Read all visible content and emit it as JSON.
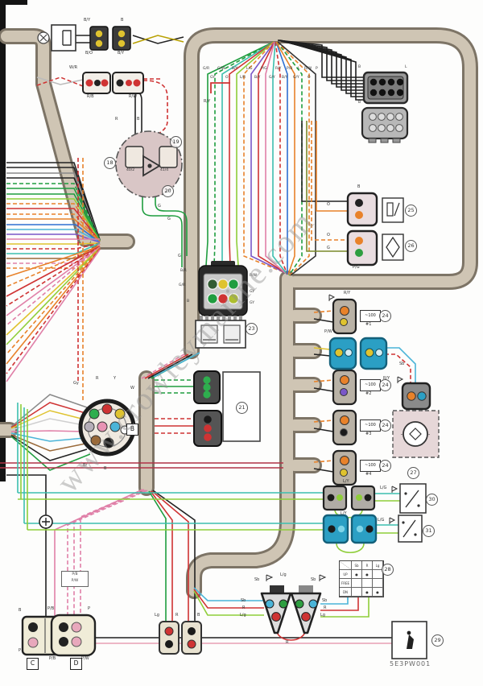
{
  "meta": {
    "part_number": "5E3PW001",
    "watermark": "www.crowleymarine.com"
  },
  "callouts": {
    "gauge_left": "18",
    "gauge_top": "19",
    "gauge_bottom": "20",
    "junction_box": "21",
    "fuse_block": "23",
    "ignition_coil": "24",
    "regulator": "25",
    "sensor": "26",
    "starter": "27",
    "trim_table": "28",
    "trim_unit": "29",
    "switch_a": "30",
    "switch_b": "31"
  },
  "components": {
    "coil_resistor": "~100",
    "coil_ids": [
      "#1",
      "#2",
      "#3",
      "#4"
    ],
    "gauge_slots": [
      "40/2",
      "41/4"
    ],
    "connector_b": "B",
    "connector_c": "C",
    "connector_d": "D",
    "d_box_lines": [
      "P/B",
      "P/W"
    ]
  },
  "sixpin": {
    "left": [
      "B/R",
      "G/R",
      "B"
    ],
    "right": [
      "R/W",
      "GY",
      "GY"
    ]
  },
  "eightpin": {
    "tl": "B",
    "tr": "L",
    "bl": "B"
  },
  "top_bundle": {
    "row1": [
      "G/R",
      "G/W",
      "B/Y",
      "L/G",
      "P/G",
      "R/Y",
      "P/B",
      "L",
      "R/W",
      "P"
    ],
    "row2": [
      "GY",
      "O",
      "L/R",
      "B/Y",
      "G/Y",
      "B/Y",
      "G/Y",
      "O"
    ]
  },
  "trim_table": {
    "r0": [
      "",
      "Sb",
      "R",
      "Lg"
    ],
    "r1": [
      "UP",
      "●",
      "●",
      ""
    ],
    "r2": [
      "FREE",
      "",
      "",
      ""
    ],
    "r3": [
      "DN",
      "",
      "●",
      "●"
    ]
  },
  "wire_labels": [
    "B/Y",
    "B",
    "B/O",
    "B/Y",
    "W/R",
    "R/B",
    "R/W",
    "R/Y",
    "R",
    "B",
    "G",
    "G",
    "B",
    "O",
    "O",
    "G",
    "P/G",
    "R/Y",
    "P/W",
    "Sb",
    "R/Y",
    "L/Y",
    "L/Y",
    "L/G",
    "L/G",
    "Sb",
    "R",
    "L/g",
    "Sb",
    "R",
    "Lg",
    "Sb",
    "L/g",
    "Sb",
    "R",
    "B",
    "P",
    "P/B",
    "P",
    "P/B",
    "P/W",
    "Lg",
    "R",
    "B",
    "B",
    "L",
    "B",
    "Gy",
    "R",
    "Y",
    "W",
    "Br",
    "B",
    "G"
  ]
}
